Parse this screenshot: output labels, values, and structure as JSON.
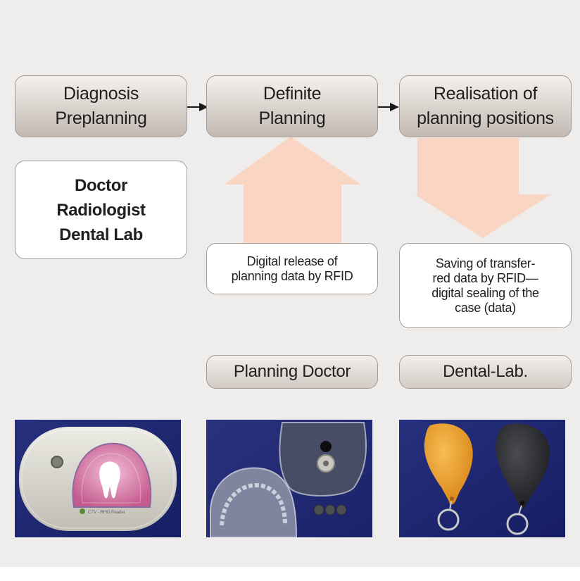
{
  "stages": [
    {
      "line1": "Diagnosis",
      "line2": "Preplanning"
    },
    {
      "line1": "Definite",
      "line2": "Planning"
    },
    {
      "line1": "Realisation of",
      "line2": "planning positions"
    }
  ],
  "roles": {
    "line1": "Doctor",
    "line2": "Radiologist",
    "line3": "Dental Lab"
  },
  "release_note": {
    "line1": "Digital release of",
    "line2": "planning data by RFID"
  },
  "saving_note": {
    "line1": "Saving of transfer-",
    "line2": "red data by RFID—",
    "line3": "digital sealing of the",
    "line4": "case (data)"
  },
  "actors": {
    "doctor": "Planning Doctor",
    "lab": "Dental-Lab."
  },
  "reader_photo": {
    "device_label": "CTV - RFID Reader"
  },
  "colors": {
    "panel": "#eeedec",
    "stage_top": "#f4f1ee",
    "stage_bottom": "#c3bab3",
    "flow_arrow": "#fbd5c4",
    "photo_bg": "#1c2774",
    "tag_orange": "#f2a033",
    "tag_black": "#2b2b2e"
  }
}
